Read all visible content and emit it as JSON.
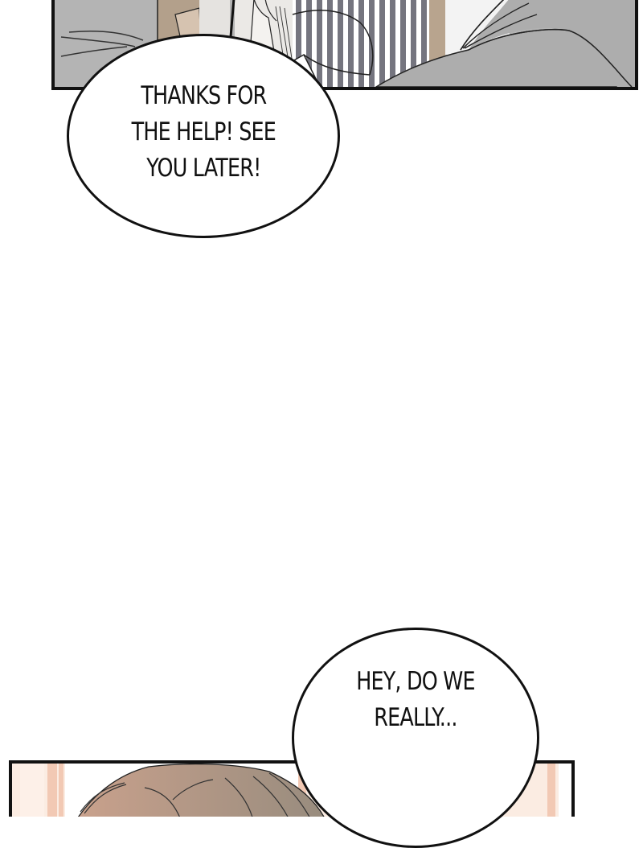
{
  "comic": {
    "panels": [
      {
        "id": "top-panel",
        "description": "bedroom scene with person in striped shirt and grey blanket"
      },
      {
        "id": "bottom-panel",
        "description": "top of a person's head with brown hair against warm peach background"
      }
    ],
    "speech_bubbles": [
      {
        "id": "bubble-1",
        "text": "THANKS FOR\nTHE HELP! SEE\nYOU LATER!"
      },
      {
        "id": "bubble-2",
        "text": "HEY, DO WE\nREALLY..."
      }
    ],
    "colors": {
      "background": "#ffffff",
      "panel_border": "#111111",
      "blanket_grey": "#adadad",
      "stripe_grey": "#75757f",
      "skin_tan": "#d9c5b4",
      "hair_brown": "#a9907e",
      "peach_bg": "#fbece2"
    }
  }
}
